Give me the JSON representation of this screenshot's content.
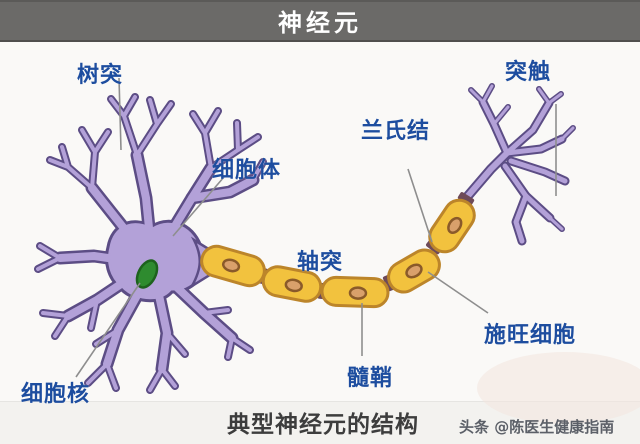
{
  "title_bar": {
    "text": "神经元"
  },
  "diagram": {
    "labels": [
      {
        "id": "dendrites",
        "text": "树突"
      },
      {
        "id": "cell-body",
        "text": "细胞体"
      },
      {
        "id": "node-of-ranvier",
        "text": "兰氏结"
      },
      {
        "id": "synapse",
        "text": "突触"
      },
      {
        "id": "axon",
        "text": "轴突"
      },
      {
        "id": "myelin-sheath",
        "text": "髓鞘"
      },
      {
        "id": "cell-nucleus",
        "text": "细胞核"
      },
      {
        "id": "schwann-cell",
        "text": "施旺细胞"
      }
    ],
    "caption": "典型神经元的结构"
  },
  "watermark": {
    "text": "头条 @陈医生健康指南"
  },
  "colors": {
    "background": "#faf9f7",
    "bottom_strip": "#f3f2ef",
    "title_bar_bg": "#6b6a68",
    "title_bar_text": "#ffffff",
    "label_text": "#1d4d9f",
    "caption_text": "#3d3d3d",
    "watermark_text": "#5c6068",
    "neuron_fill": "#b3a1d8",
    "neuron_outline": "#5c4d85",
    "nucleus_fill": "#2e8b2f",
    "nucleus_outline": "#1d621d",
    "myelin_fill": "#f2c23e",
    "myelin_outline": "#bc852a",
    "myelin_nucleus_fill": "#d9a06b",
    "myelin_nucleus_outline": "#8a5a2a",
    "node_connector": "#6e4a58",
    "leader_line": "#8e8e8e"
  }
}
